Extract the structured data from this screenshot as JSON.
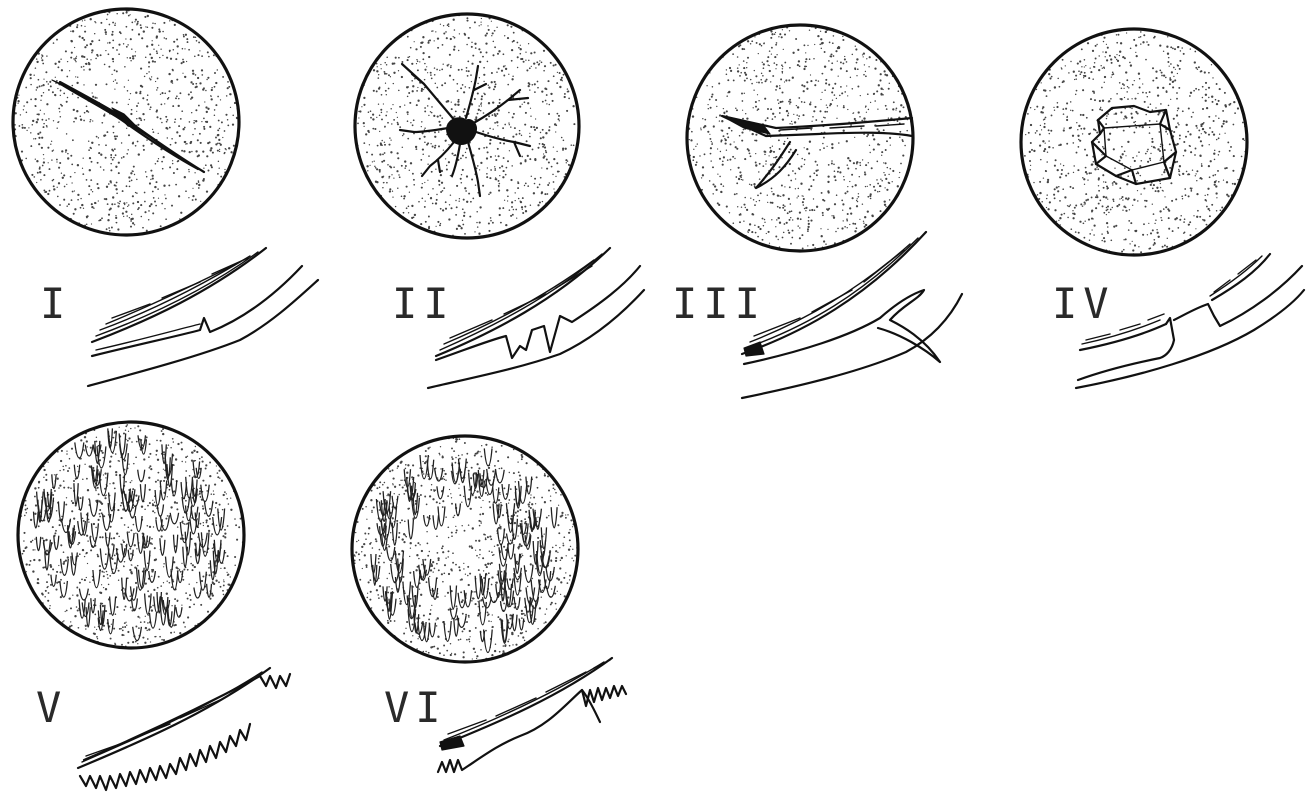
{
  "panels": [
    {
      "id": "I",
      "label": "I",
      "pattern": "linear-crack"
    },
    {
      "id": "II",
      "label": "II",
      "pattern": "stellate-crack"
    },
    {
      "id": "III",
      "label": "III",
      "pattern": "flap-tear"
    },
    {
      "id": "IV",
      "label": "IV",
      "pattern": "punched-out-defect"
    },
    {
      "id": "V",
      "label": "V",
      "pattern": "diffuse-fibrillation"
    },
    {
      "id": "VI",
      "label": "VI",
      "pattern": "peripheral-fibrillation"
    }
  ],
  "colors": {
    "ink": "#111111",
    "paper": "#ffffff",
    "stipple": "#444444"
  }
}
